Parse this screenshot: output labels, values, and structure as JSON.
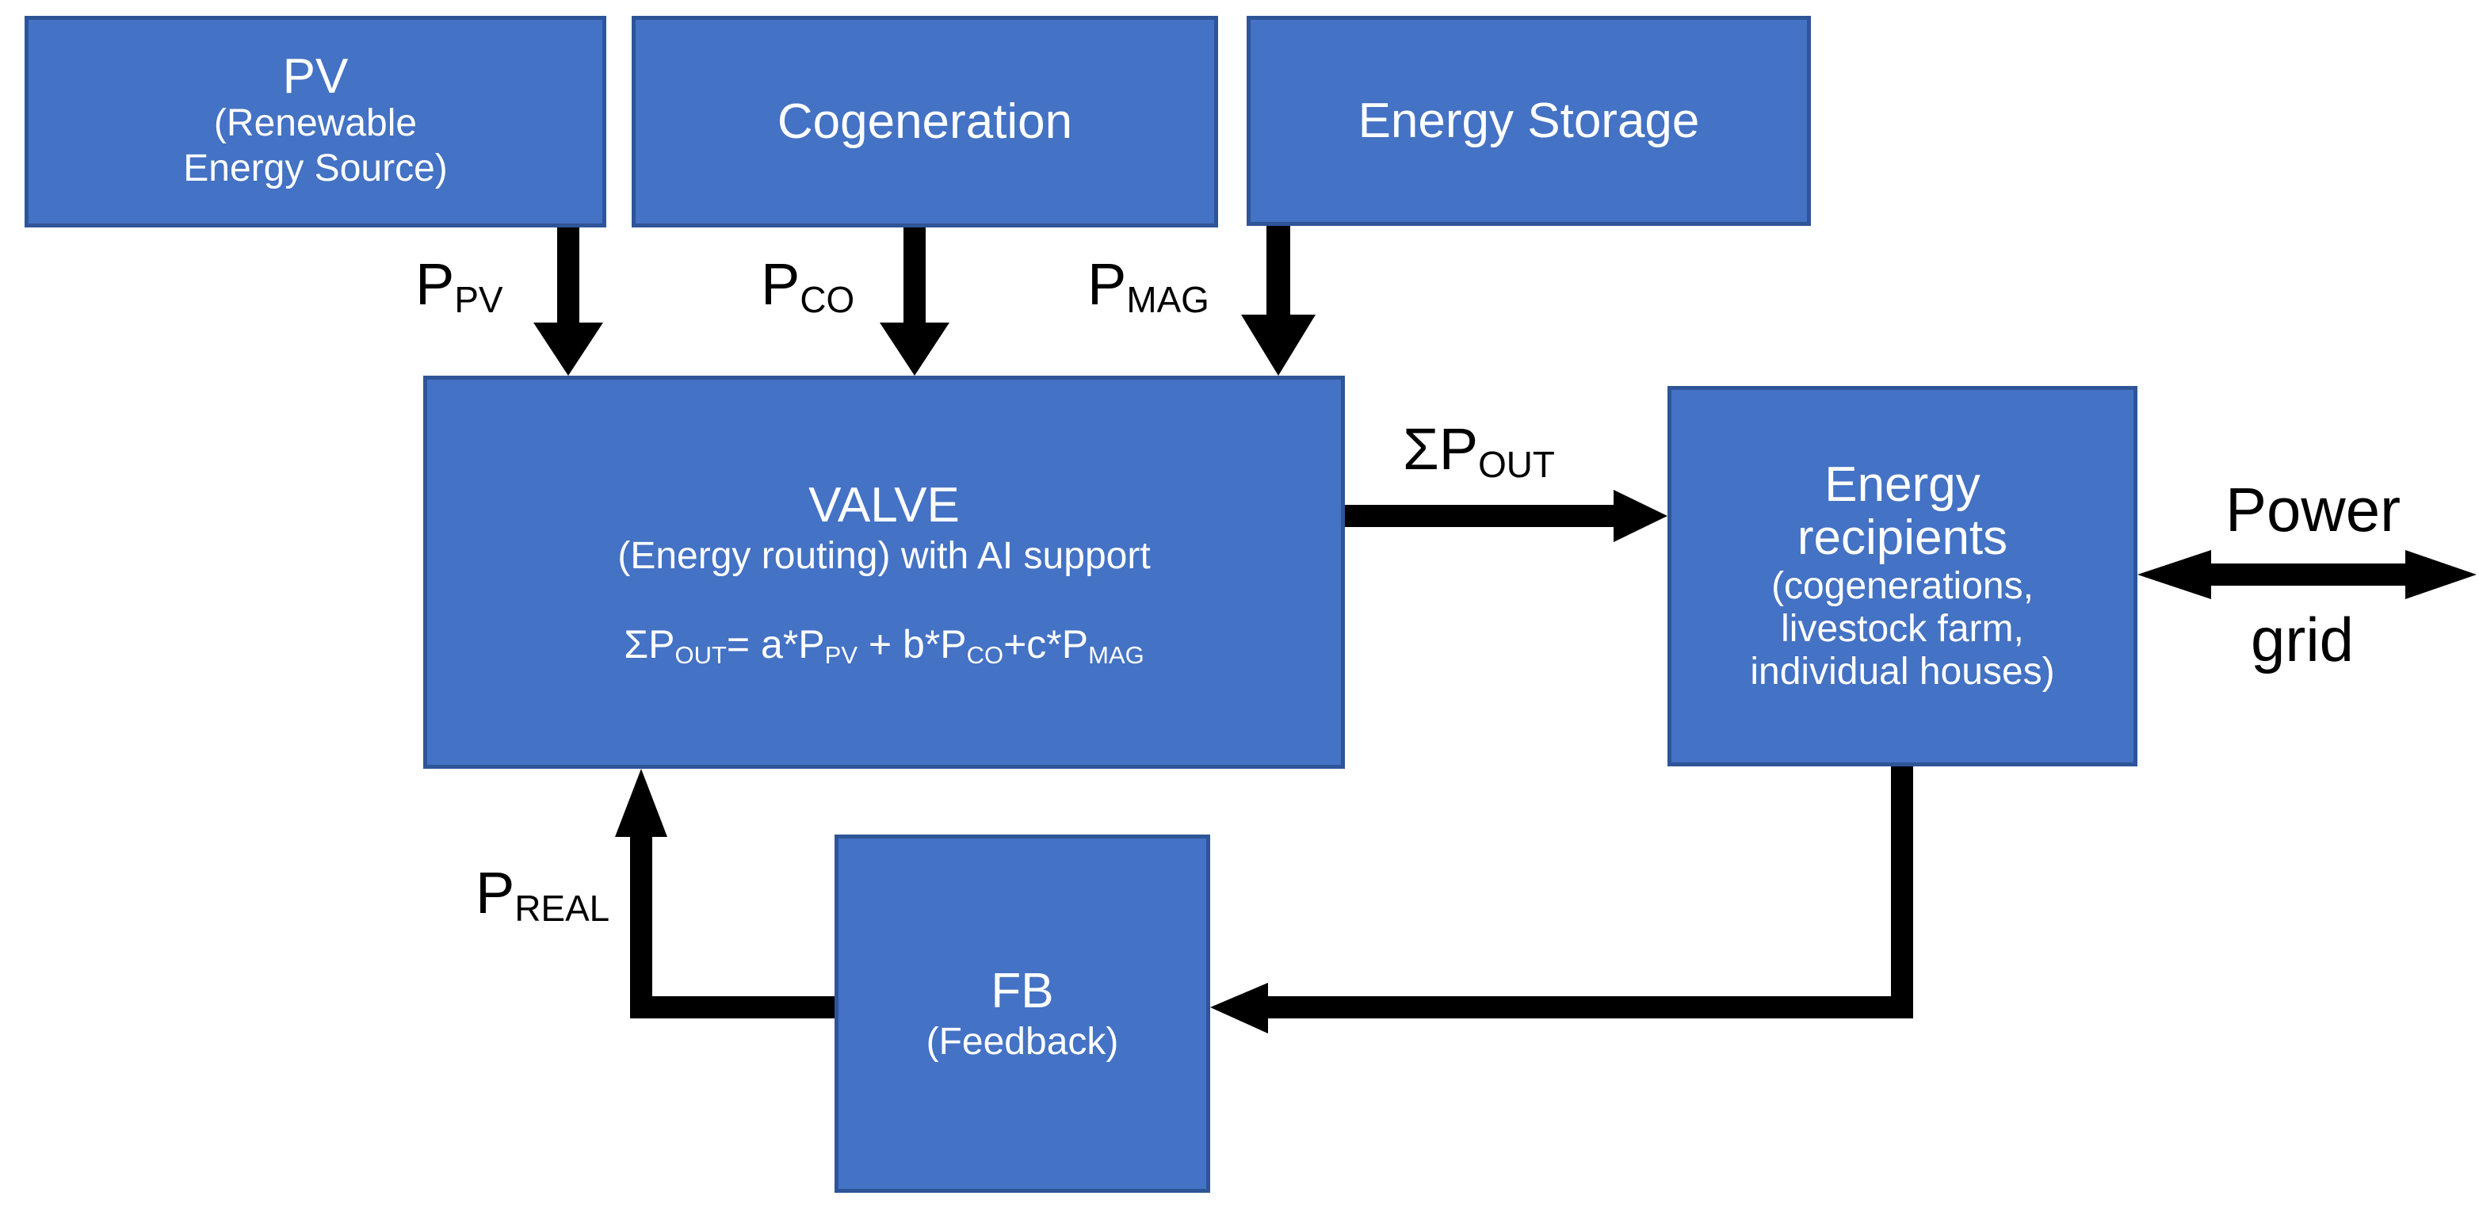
{
  "diagram": {
    "title": "Energy routing VALVE block diagram",
    "colors": {
      "box_fill": "#4472C4",
      "box_border": "#2E5597",
      "box_text": "#FFFFFF",
      "arrow": "#000000",
      "background": "#FFFFFF"
    },
    "boxes": [
      {
        "id": "pv",
        "name": "pv-box",
        "primary": "PV",
        "secondary": "(Renewable",
        "secondary2": "Energy Source)"
      },
      {
        "id": "cogeneration",
        "name": "cogeneration-box",
        "primary": "Cogeneration"
      },
      {
        "id": "energy-storage",
        "name": "energy-storage-box",
        "primary": "Energy Storage"
      },
      {
        "id": "valve",
        "name": "valve-box",
        "primary": "VALVE",
        "secondary": "(Energy routing) with AI support",
        "formula_prefix": "ΣP",
        "formula_sub1": "OUT",
        "formula_mid1": "= a*P",
        "formula_sub2": "PV",
        "formula_mid2": " + b*P",
        "formula_sub3": "CO",
        "formula_mid3": "+c*P",
        "formula_sub4": "MAG",
        "formula_plain": "ΣPOUT= a*PPV + b*PCO+c*PMAG"
      },
      {
        "id": "energy-recipients",
        "name": "energy-recipients-box",
        "primary_line1": "Energy",
        "primary_line2": "recipients",
        "secondary_line1": "(cogenerations,",
        "secondary_line2": "livestock farm,",
        "secondary_line3": "individual houses)"
      },
      {
        "id": "fb",
        "name": "feedback-box",
        "primary": "FB",
        "secondary": "(Feedback)"
      }
    ],
    "labels": {
      "p_pv_base": "P",
      "p_pv_sub": "PV",
      "p_co_base": "P",
      "p_co_sub": "CO",
      "p_mag_base": "P",
      "p_mag_sub": "MAG",
      "p_out_base": "ΣP",
      "p_out_sub": "OUT",
      "p_real_base": "P",
      "p_real_sub": "REAL",
      "power_line1": "Power",
      "power_line2": "grid"
    },
    "connections": [
      {
        "from": "pv",
        "to": "valve",
        "label": "P_PV",
        "style": "single-arrow-down"
      },
      {
        "from": "cogeneration",
        "to": "valve",
        "label": "P_CO",
        "style": "single-arrow-down"
      },
      {
        "from": "energy-storage",
        "to": "valve",
        "label": "P_MAG",
        "style": "single-arrow-down"
      },
      {
        "from": "valve",
        "to": "energy-recipients",
        "label": "ΣP_OUT",
        "style": "single-arrow-right"
      },
      {
        "from": "energy-recipients",
        "to": "power-grid",
        "label": "Power grid",
        "style": "double-arrow-horizontal"
      },
      {
        "from": "energy-recipients",
        "to": "fb",
        "label": "",
        "style": "elbow-arrow-left"
      },
      {
        "from": "fb",
        "to": "valve",
        "label": "P_REAL",
        "style": "elbow-arrow-up"
      }
    ]
  }
}
